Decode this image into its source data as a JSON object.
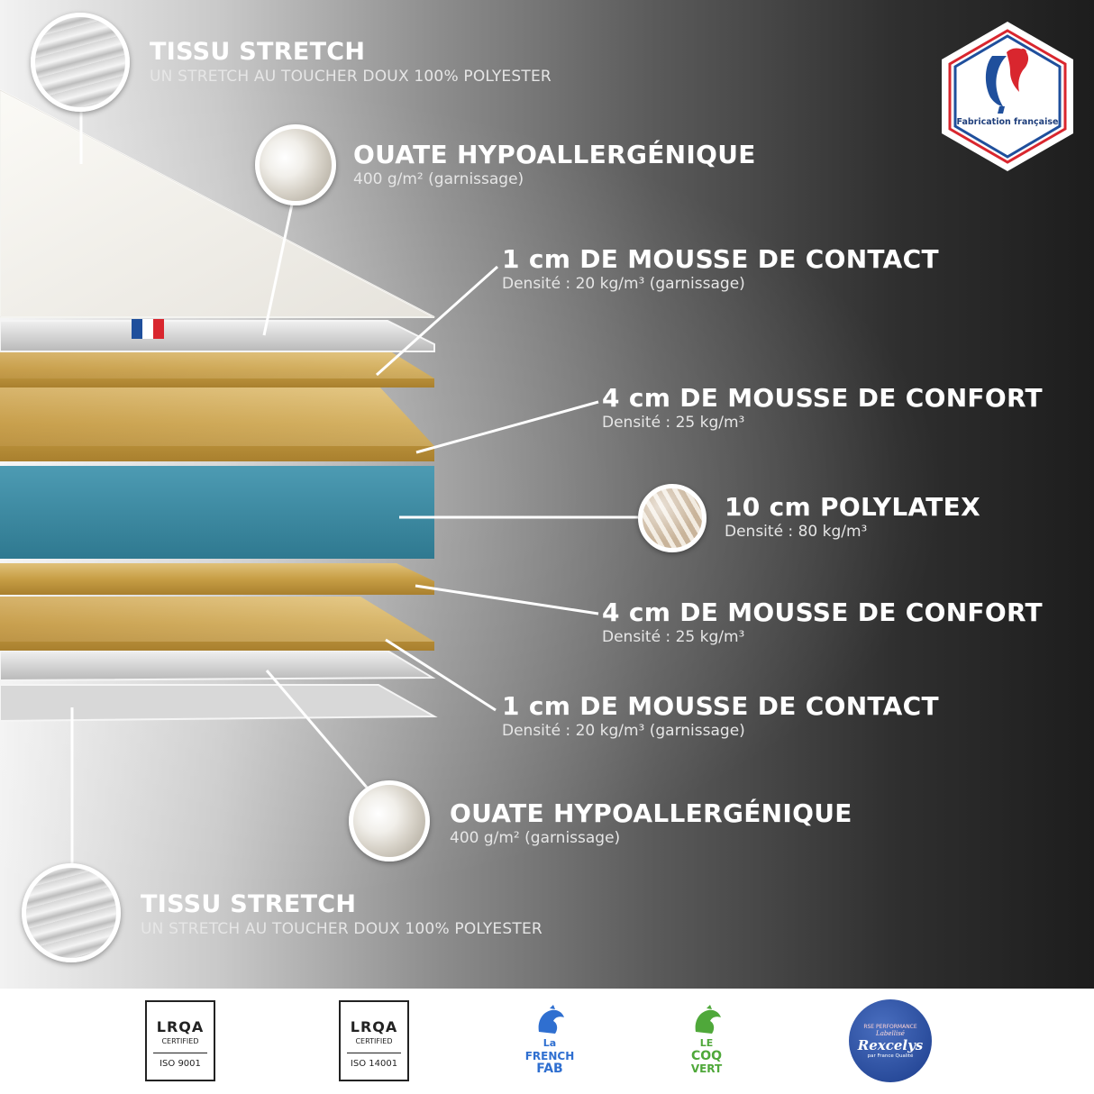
{
  "badge": {
    "label": "Fabrication française"
  },
  "layers": [
    {
      "title": "TISSU STRETCH",
      "subtitle": "UN STRETCH AU TOUCHER DOUX 100% POLYESTER"
    },
    {
      "title": "OUATE HYPOALLERGÉNIQUE",
      "subtitle": "400 g/m² (garnissage)"
    },
    {
      "title": "1 cm DE MOUSSE DE CONTACT",
      "subtitle": "Densité : 20 kg/m³ (garnissage)"
    },
    {
      "title": "4 cm DE MOUSSE DE CONFORT",
      "subtitle": "Densité : 25 kg/m³"
    },
    {
      "title": "10 cm POLYLATEX",
      "subtitle": "Densité : 80 kg/m³"
    },
    {
      "title": "4 cm DE MOUSSE DE CONFORT",
      "subtitle": "Densité : 25 kg/m³"
    },
    {
      "title": "1 cm DE MOUSSE DE CONTACT",
      "subtitle": "Densité : 20 kg/m³ (garnissage)"
    },
    {
      "title": "OUATE HYPOALLERGÉNIQUE",
      "subtitle": "400 g/m² (garnissage)"
    },
    {
      "title": "TISSU STRETCH",
      "subtitle": "UN STRETCH AU TOUCHER DOUX 100% POLYESTER"
    }
  ],
  "certifications": [
    {
      "brand": "LRQA",
      "line": "CERTIFIED",
      "standard": "ISO 9001"
    },
    {
      "brand": "LRQA",
      "line": "CERTIFIED",
      "standard": "ISO 14001"
    }
  ],
  "french_fab": {
    "l1": "La",
    "l2": "FRENCH",
    "l3": "FAB"
  },
  "coq_vert": {
    "l1": "LE",
    "l2": "COQ",
    "l3": "VERT"
  },
  "rexcelys": {
    "top": "RSE PERFORMANCE",
    "labellise": "Labellisé",
    "name": "Rexcelys",
    "bottom": "par France Qualité"
  },
  "colors": {
    "foam_gold": "#c9a24a",
    "latex_blue": "#3f8ea6",
    "ticking_white": "#f3f1ec",
    "badge_red": "#d9262e",
    "badge_blue": "#1f4f9c"
  }
}
